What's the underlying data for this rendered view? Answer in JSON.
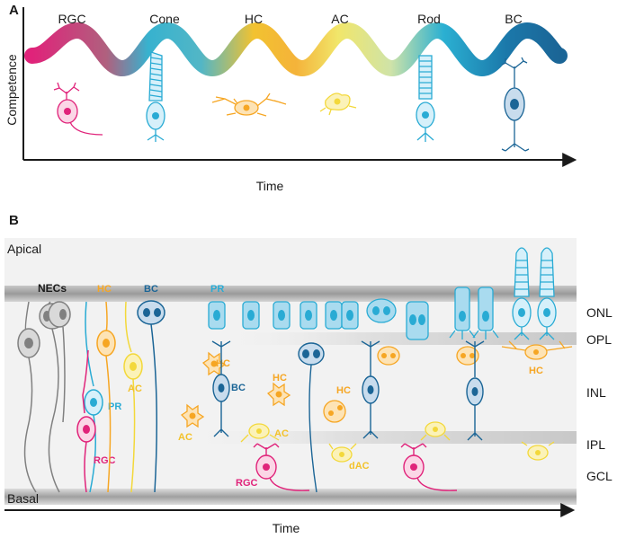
{
  "panel_a": {
    "label": "A",
    "y_axis_label": "Competence",
    "x_axis_label": "Time",
    "cell_types": [
      "RGC",
      "Cone",
      "HC",
      "AC",
      "Rod",
      "BC"
    ]
  },
  "panel_b": {
    "label": "B",
    "apical_label": "Apical",
    "basal_label": "Basal",
    "x_axis_label": "Time",
    "layers": [
      "ONL",
      "OPL",
      "INL",
      "IPL",
      "GCL"
    ],
    "cell_labels": {
      "necs": "NECs",
      "hc_top": "HC",
      "bc_top": "BC",
      "pr_top": "PR",
      "pr": "PR",
      "ac1": "AC",
      "rgc1": "RGC",
      "hc1": "HC",
      "ac2": "AC",
      "bc1": "BC",
      "hc2": "HC",
      "hc3": "HC",
      "ac3": "AC",
      "rgc2": "RGC",
      "dac": "dAC",
      "hc4": "HC"
    }
  },
  "colors": {
    "rgc": "#e0237a",
    "cone": "#29abd4",
    "hc": "#f6a623",
    "ac": "#f3d83a",
    "rod": "#29abd4",
    "bc": "#1b6596",
    "nec": "#808080",
    "dark_text": "#1a1a1a"
  }
}
